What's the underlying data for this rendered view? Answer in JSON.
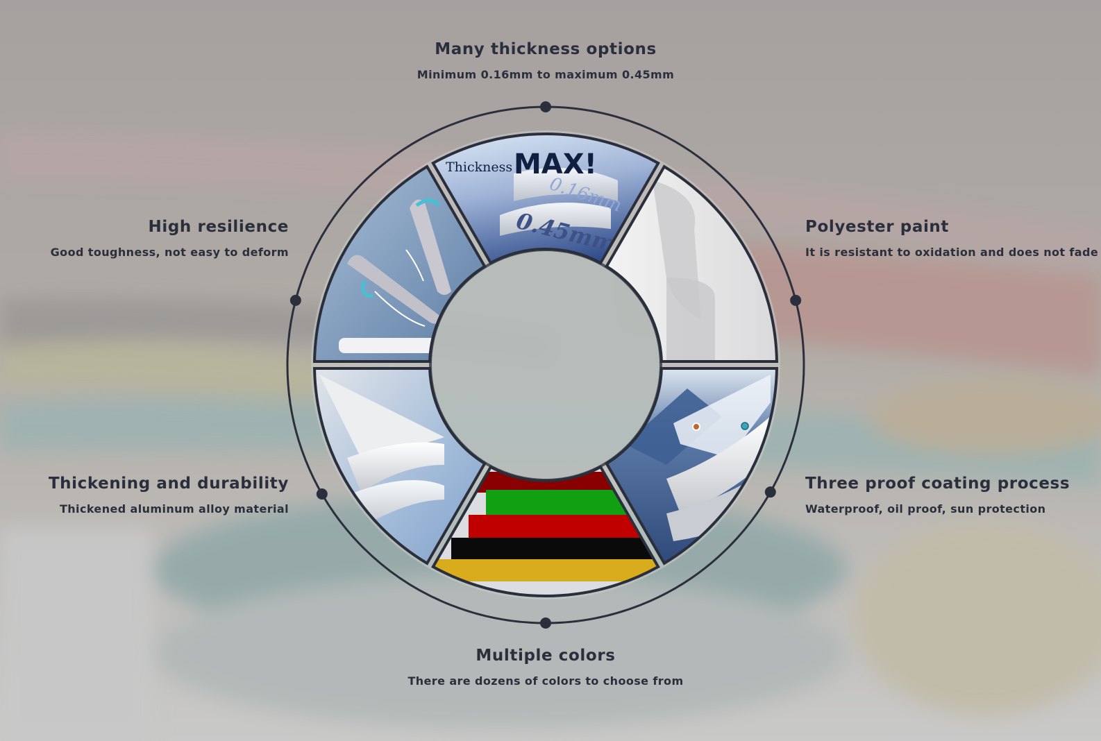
{
  "colors": {
    "text": "#2b2f3c",
    "ring": "#2b2f3c",
    "segment_gap": "#c7c9c8",
    "accent_blue": "#3a5a93"
  },
  "features": {
    "top": {
      "title": "Many thickness options",
      "description": "Minimum 0.16mm to maximum 0.45mm"
    },
    "upper_left": {
      "title": "High resilience",
      "description": "Good toughness, not easy to deform"
    },
    "upper_right": {
      "title": "Polyester paint",
      "description": "It is resistant to oxidation and does not fade"
    },
    "lower_left": {
      "title": "Thickening and durability",
      "description": "Thickened aluminum alloy material"
    },
    "lower_right": {
      "title": "Three proof coating process",
      "description": "Waterproof, oil proof, sun protection"
    },
    "bottom": {
      "title": "Multiple colors",
      "description": "There are dozens of colors to choose from"
    }
  },
  "thickness_segment": {
    "label_small": "Thickness",
    "label_big": "MAX!",
    "min_value": "0.16mm",
    "max_value": "0.45mm"
  },
  "color_swatches": [
    "#8a0000",
    "#11a011",
    "#c00000",
    "#0a0a0a",
    "#d8ac1c"
  ]
}
